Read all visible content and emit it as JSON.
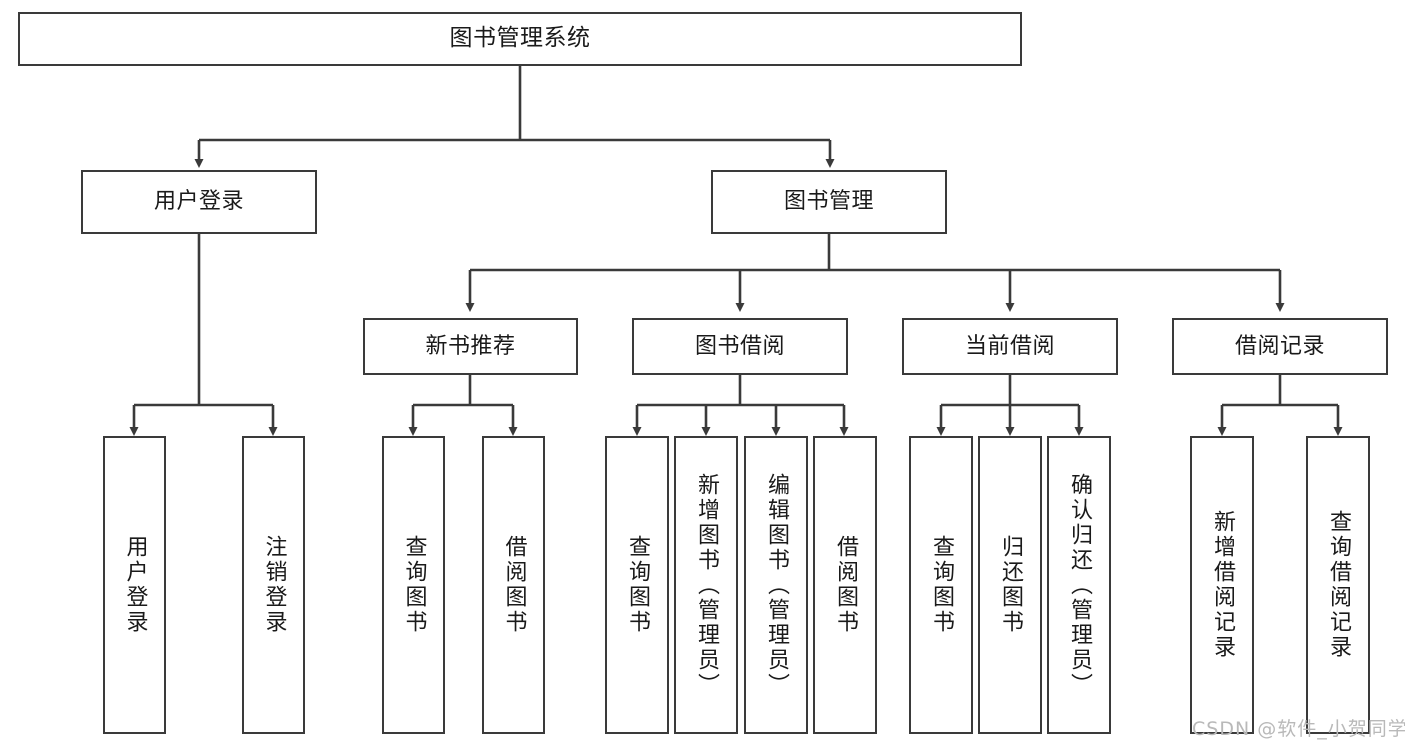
{
  "diagram": {
    "title_node": {
      "label": "图书管理系统"
    },
    "level2": [
      {
        "label": "用户登录"
      },
      {
        "label": "图书管理"
      }
    ],
    "level3": [
      {
        "label": "新书推荐"
      },
      {
        "label": "图书借阅"
      },
      {
        "label": "当前借阅"
      },
      {
        "label": "借阅记录"
      }
    ],
    "leaves": {
      "user_login": [
        {
          "label": "用户登录"
        },
        {
          "label": "注销登录"
        }
      ],
      "new_book_recommend": [
        {
          "label": "查询图书"
        },
        {
          "label": "借阅图书"
        }
      ],
      "book_borrow": [
        {
          "label": "查询图书"
        },
        {
          "label": "新增图书（管理员）"
        },
        {
          "label": "编辑图书（管理员）"
        },
        {
          "label": "借阅图书"
        }
      ],
      "current_borrow": [
        {
          "label": "查询图书"
        },
        {
          "label": "归还图书"
        },
        {
          "label": "确认归还（管理员）"
        }
      ],
      "borrow_record": [
        {
          "label": "新增借阅记录"
        },
        {
          "label": "查询借阅记录"
        }
      ]
    }
  },
  "watermark": {
    "text": "CSDN @软件_小贺同学"
  },
  "colors": {
    "stroke": "#3a3a3a",
    "fill": "#ffffff",
    "text": "#1a1a1a",
    "watermark": "#b9b9b9"
  }
}
